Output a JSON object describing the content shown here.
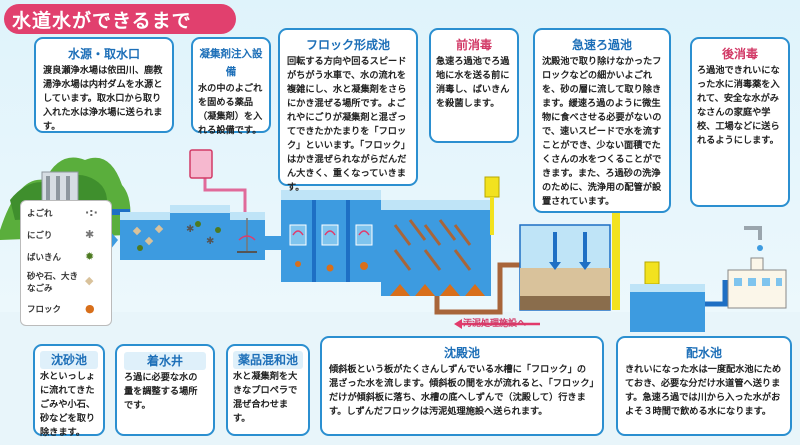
{
  "title": "水道水ができるまで",
  "legend": {
    "items": [
      {
        "label": "よごれ",
        "symbol": "·:·",
        "color": "#666"
      },
      {
        "label": "にごり",
        "symbol": "✱",
        "color": "#777"
      },
      {
        "label": "ばいきん",
        "symbol": "✹",
        "color": "#4d7a21"
      },
      {
        "label": "砂や石、大きなごみ",
        "symbol": "◆",
        "color": "#d9c29b"
      },
      {
        "label": "フロック",
        "symbol": "●",
        "color": "#d86f1b"
      }
    ]
  },
  "boxes": {
    "intake": {
      "heading": "水源・取水口",
      "body": "渡良瀬浄水場は依田川、鹿教湯浄水場は内村ダムを水源としています。取水口から取り入れた水は浄水場に送られます。"
    },
    "coagulant": {
      "heading": "凝集剤注入設備",
      "body": "水の中のよごれを固める薬品（凝集剤）を入れる設備です。"
    },
    "floc": {
      "heading": "フロック形成池",
      "body": "回転する方向や回るスピードがちがう水車で、水の流れを複雑にし、水と凝集剤をさらにかき混ぜる場所です。よごれやにごりが凝集剤と混ざってできたかたまりを「フロック」といいます。「フロック」はかき混ぜられながらだんだん大きく、重くなっていきます。"
    },
    "prechlor": {
      "heading": "前消毒",
      "body": "急速ろ過池でろ過地に水を送る前に消毒し、ばいきんを殺菌します。"
    },
    "rapid": {
      "heading": "急速ろ過池",
      "body": "沈殿池で取り除けなかったフロックなどの細かいよごれを、砂の層に流して取り除きます。緩速ろ過のように微生物に食べさせる必要がないので、速いスピードで水を流すことができ、少ない面積でたくさんの水をつくることができます。また、ろ過砂の洗浄のために、洗浄用の配管が設置されています。"
    },
    "postchlor": {
      "heading": "後消毒",
      "body": "ろ過池できれいになった水に消毒薬を入れて、安全な水がみなさんの家庭や学校、工場などに送られるようにします。"
    },
    "grit": {
      "heading": "沈砂池",
      "body": "水といっしょに流れてきたごみや小石、砂などを取り除きます。"
    },
    "receiving": {
      "heading": "着水井",
      "body": "ろ過に必要な水の量を調整する場所です。"
    },
    "mixing": {
      "heading": "薬品混和池",
      "body": "水と凝集剤を大きなプロペラで混ぜ合わせます。"
    },
    "sedimentation": {
      "heading": "沈殿池",
      "body": "傾斜板という板がたくさんしずんでいる水槽に「フロック」の混ざった水を流します。傾斜板の間を水が流れると、「フロック」だけが傾斜板に落ち、水槽の底へしずんで（沈殿して）行きます。しずんだフロックは汚泥処理施設へ送られます。"
    },
    "distribution": {
      "heading": "配水池",
      "body": "きれいになった水は一度配水池にためておき、必要な分だけ水道管へ送ります。急速ろ過では川から入った水がおよそ３時間で飲める水になります。"
    }
  },
  "sludge_label": "汚泥処理施設へ",
  "colors": {
    "pipe": "#1e6fc4",
    "water": "#3d9be0",
    "tank_light": "#bfe4f7",
    "box_border": "#2b8fd0",
    "title_bg": "#e1406e",
    "chlorine": "#f2e21f",
    "sludge": "#a8653a",
    "arrow": "#e23a6b"
  }
}
